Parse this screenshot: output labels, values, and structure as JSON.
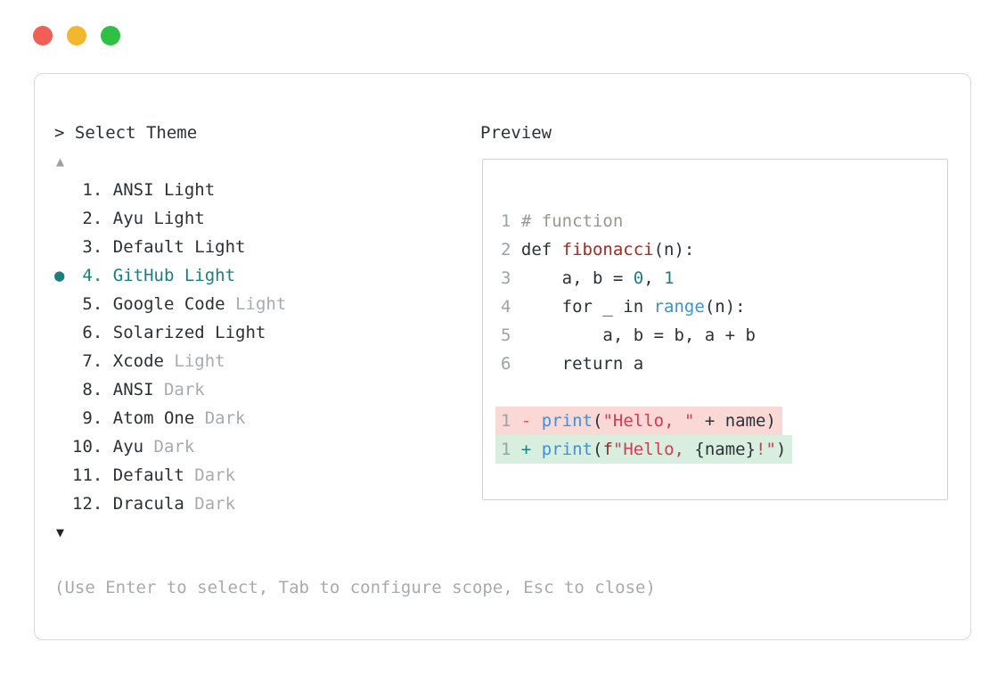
{
  "window": {
    "traffic_lights": [
      {
        "name": "close",
        "color": "#f15f55"
      },
      {
        "name": "minimize",
        "color": "#f3b72d"
      },
      {
        "name": "zoom",
        "color": "#2ec043"
      }
    ]
  },
  "picker": {
    "prompt": "> Select Theme",
    "scroll_up_glyph": "▲",
    "scroll_down_glyph": "▼",
    "items": [
      {
        "number": "1.",
        "name": "ANSI Light",
        "muted": "",
        "selected": false
      },
      {
        "number": "2.",
        "name": "Ayu Light",
        "muted": "",
        "selected": false
      },
      {
        "number": "3.",
        "name": "Default Light",
        "muted": "",
        "selected": false
      },
      {
        "number": "4.",
        "name": "GitHub Light",
        "muted": "",
        "selected": true
      },
      {
        "number": "5.",
        "name": "Google Code",
        "muted": "Light",
        "selected": false
      },
      {
        "number": "6.",
        "name": "Solarized Light",
        "muted": "",
        "selected": false
      },
      {
        "number": "7.",
        "name": "Xcode",
        "muted": "Light",
        "selected": false
      },
      {
        "number": "8.",
        "name": "ANSI",
        "muted": "Dark",
        "selected": false
      },
      {
        "number": "9.",
        "name": "Atom One",
        "muted": "Dark",
        "selected": false
      },
      {
        "number": "10.",
        "name": "Ayu",
        "muted": "Dark",
        "selected": false
      },
      {
        "number": "11.",
        "name": "Default",
        "muted": "Dark",
        "selected": false
      },
      {
        "number": "12.",
        "name": "Dracula",
        "muted": "Dark",
        "selected": false
      }
    ],
    "selected_bullet_glyph": "●",
    "hint": "(Use Enter to select, Tab to configure scope, Esc to close)"
  },
  "preview": {
    "title": "Preview",
    "code_lines": [
      {
        "bg": "",
        "tokens": [
          [
            "1 ",
            "lineno"
          ],
          [
            "# function",
            "comment"
          ]
        ]
      },
      {
        "bg": "",
        "tokens": [
          [
            "2 ",
            "lineno"
          ],
          [
            "def ",
            "plain"
          ],
          [
            "fibonacci",
            "func"
          ],
          [
            "(n):",
            "plain"
          ]
        ]
      },
      {
        "bg": "",
        "tokens": [
          [
            "3 ",
            "lineno"
          ],
          [
            "    a, b = ",
            "plain"
          ],
          [
            "0",
            "teal"
          ],
          [
            ", ",
            "plain"
          ],
          [
            "1",
            "teal"
          ]
        ]
      },
      {
        "bg": "",
        "tokens": [
          [
            "4 ",
            "lineno"
          ],
          [
            "    for _ in ",
            "plain"
          ],
          [
            "range",
            "blue"
          ],
          [
            "(n):",
            "plain"
          ]
        ]
      },
      {
        "bg": "",
        "tokens": [
          [
            "5 ",
            "lineno"
          ],
          [
            "        a, b = b, a + b",
            "plain"
          ]
        ]
      },
      {
        "bg": "",
        "tokens": [
          [
            "6 ",
            "lineno"
          ],
          [
            "    return a",
            "plain"
          ]
        ]
      },
      {
        "bg": "",
        "tokens": []
      },
      {
        "bg": "removed",
        "tokens": [
          [
            "1 ",
            "lineno"
          ],
          [
            "- ",
            "red"
          ],
          [
            "print",
            "blue"
          ],
          [
            "(",
            "plain"
          ],
          [
            "\"Hello, \"",
            "str"
          ],
          [
            " + name)",
            "plain"
          ]
        ]
      },
      {
        "bg": "added",
        "tokens": [
          [
            "1 ",
            "lineno"
          ],
          [
            "+ ",
            "teal"
          ],
          [
            "print",
            "blue"
          ],
          [
            "(",
            "plain"
          ],
          [
            "f",
            "darkred"
          ],
          [
            "\"Hello, ",
            "str"
          ],
          [
            "{name}",
            "plain"
          ],
          [
            "!\"",
            "str"
          ],
          [
            ")",
            "plain"
          ]
        ]
      }
    ]
  },
  "colors": {
    "accent_teal": "#1a7f7d",
    "syntax_blue": "#4191d0",
    "syntax_string_red": "#d63a55",
    "syntax_function_red": "#a02c25",
    "comment_gray": "#97998f",
    "muted_gray": "#a7abae",
    "diff_removed_bg": "#f9d8d5",
    "diff_added_bg": "#d8eedf"
  }
}
